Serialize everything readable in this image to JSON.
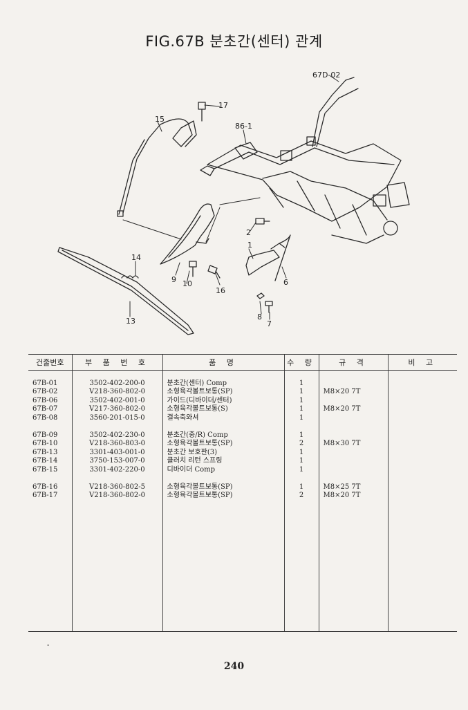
{
  "title": "FIG.67B 분초간(센터) 관계",
  "callouts": [
    "67D-02",
    "17",
    "15",
    "86-1",
    "2",
    "1",
    "14",
    "9",
    "10",
    "16",
    "6",
    "8",
    "7",
    "13"
  ],
  "table": {
    "headers": [
      "건줄번호",
      "부 품 번 호",
      "품 명",
      "수 량",
      "규 격",
      "비 고"
    ],
    "groups": [
      [
        {
          "ref": "67B-01",
          "part_no": "3502-402-200-0",
          "name": "분초간(센터) Comp",
          "qty": "1",
          "spec": ""
        },
        {
          "ref": "67B-02",
          "part_no": "V218-360-802-0",
          "name": "소형육각볼트보통(SP)",
          "qty": "1",
          "spec": "M8×20 7T"
        },
        {
          "ref": "67B-06",
          "part_no": "3502-402-001-0",
          "name": "가이드(디바이더/센터)",
          "qty": "1",
          "spec": ""
        },
        {
          "ref": "67B-07",
          "part_no": "V217-360-802-0",
          "name": "소형육각볼트보통(S)",
          "qty": "1",
          "spec": "M8×20 7T"
        },
        {
          "ref": "67B-08",
          "part_no": "3560-201-015-0",
          "name": "결속축와셔",
          "qty": "1",
          "spec": ""
        }
      ],
      [
        {
          "ref": "67B-09",
          "part_no": "3502-402-230-0",
          "name": "분초간(중/R) Comp",
          "qty": "1",
          "spec": ""
        },
        {
          "ref": "67B-10",
          "part_no": "V218-360-803-0",
          "name": "소형육각볼트보통(SP)",
          "qty": "2",
          "spec": "M8×30 7T"
        },
        {
          "ref": "67B-13",
          "part_no": "3301-403-001-0",
          "name": "분초간 보호판(3)",
          "qty": "1",
          "spec": ""
        },
        {
          "ref": "67B-14",
          "part_no": "3750-153-007-0",
          "name": "클러치 리턴 스프링",
          "qty": "1",
          "spec": ""
        },
        {
          "ref": "67B-15",
          "part_no": "3301-402-220-0",
          "name": "디바이더 Comp",
          "qty": "1",
          "spec": ""
        }
      ],
      [
        {
          "ref": "67B-16",
          "part_no": "V218-360-802-5",
          "name": "소형육각볼트보통(SP)",
          "qty": "1",
          "spec": "M8×25 7T"
        },
        {
          "ref": "67B-17",
          "part_no": "V218-360-802-0",
          "name": "소형육각볼트보통(SP)",
          "qty": "2",
          "spec": "M8×20 7T"
        }
      ]
    ]
  },
  "footer": {
    "dash": "-",
    "page": "240"
  }
}
